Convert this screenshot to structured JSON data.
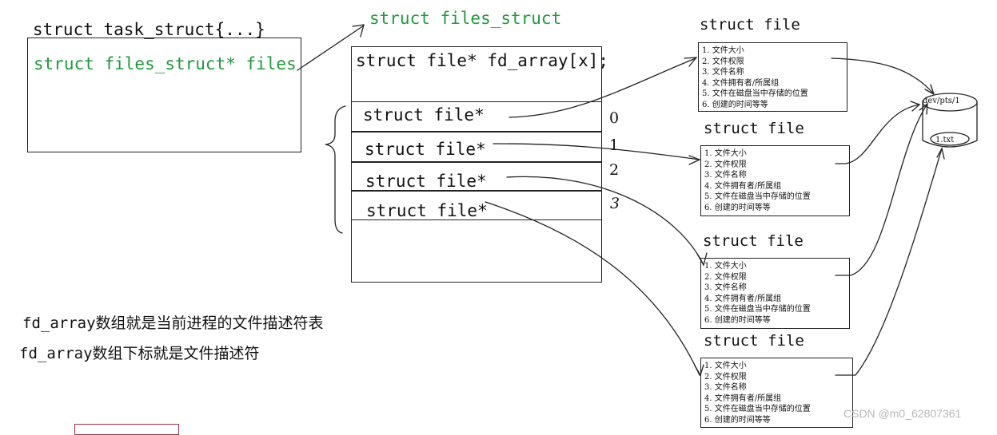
{
  "task_struct": {
    "title": "struct task_struct{...}",
    "field": "struct files_struct* files"
  },
  "files_struct": {
    "title": "struct files_struct",
    "array_decl": "struct file* fd_array[x];",
    "slots": [
      "struct file*",
      "struct file*",
      "struct file*",
      "struct file*"
    ],
    "indices": [
      "0",
      "1",
      "2",
      "3"
    ]
  },
  "files": [
    {
      "title": "struct file",
      "props": [
        "1. 文件大小",
        "2. 文件权限",
        "3. 文件名称",
        "4. 文件拥有者/所属组",
        "5. 文件在磁盘当中存储的位置",
        "6. 创建的时间等等"
      ]
    },
    {
      "title": "struct file",
      "props": [
        "1. 文件大小",
        "2. 文件权限",
        "3. 文件名称",
        "4. 文件拥有者/所属组",
        "5. 文件在磁盘当中存储的位置",
        "6. 创建的时间等等"
      ]
    },
    {
      "title": "struct file",
      "props": [
        "1. 文件大小",
        "2. 文件权限",
        "3. 文件名称",
        "4. 文件拥有者/所属组",
        "5. 文件在磁盘当中存储的位置",
        "6. 创建的时间等等"
      ]
    },
    {
      "title": "struct file",
      "props": [
        "1. 文件大小",
        "2. 文件权限",
        "3. 文件名称",
        "4. 文件拥有者/所属组",
        "5. 文件在磁盘当中存储的位置",
        "6. 创建的时间等等"
      ]
    }
  ],
  "disk": {
    "top_label": "dev/pts/1",
    "bottom_label": "1.txt"
  },
  "notes": [
    "fd_array数组就是当前进程的文件描述符表",
    "fd_array数组下标就是文件描述符"
  ],
  "watermark": "CSDN @m0_62807361",
  "colors": {
    "green": "#1f9a3a",
    "stroke": "#222222",
    "stub_box": "#a0304a"
  }
}
